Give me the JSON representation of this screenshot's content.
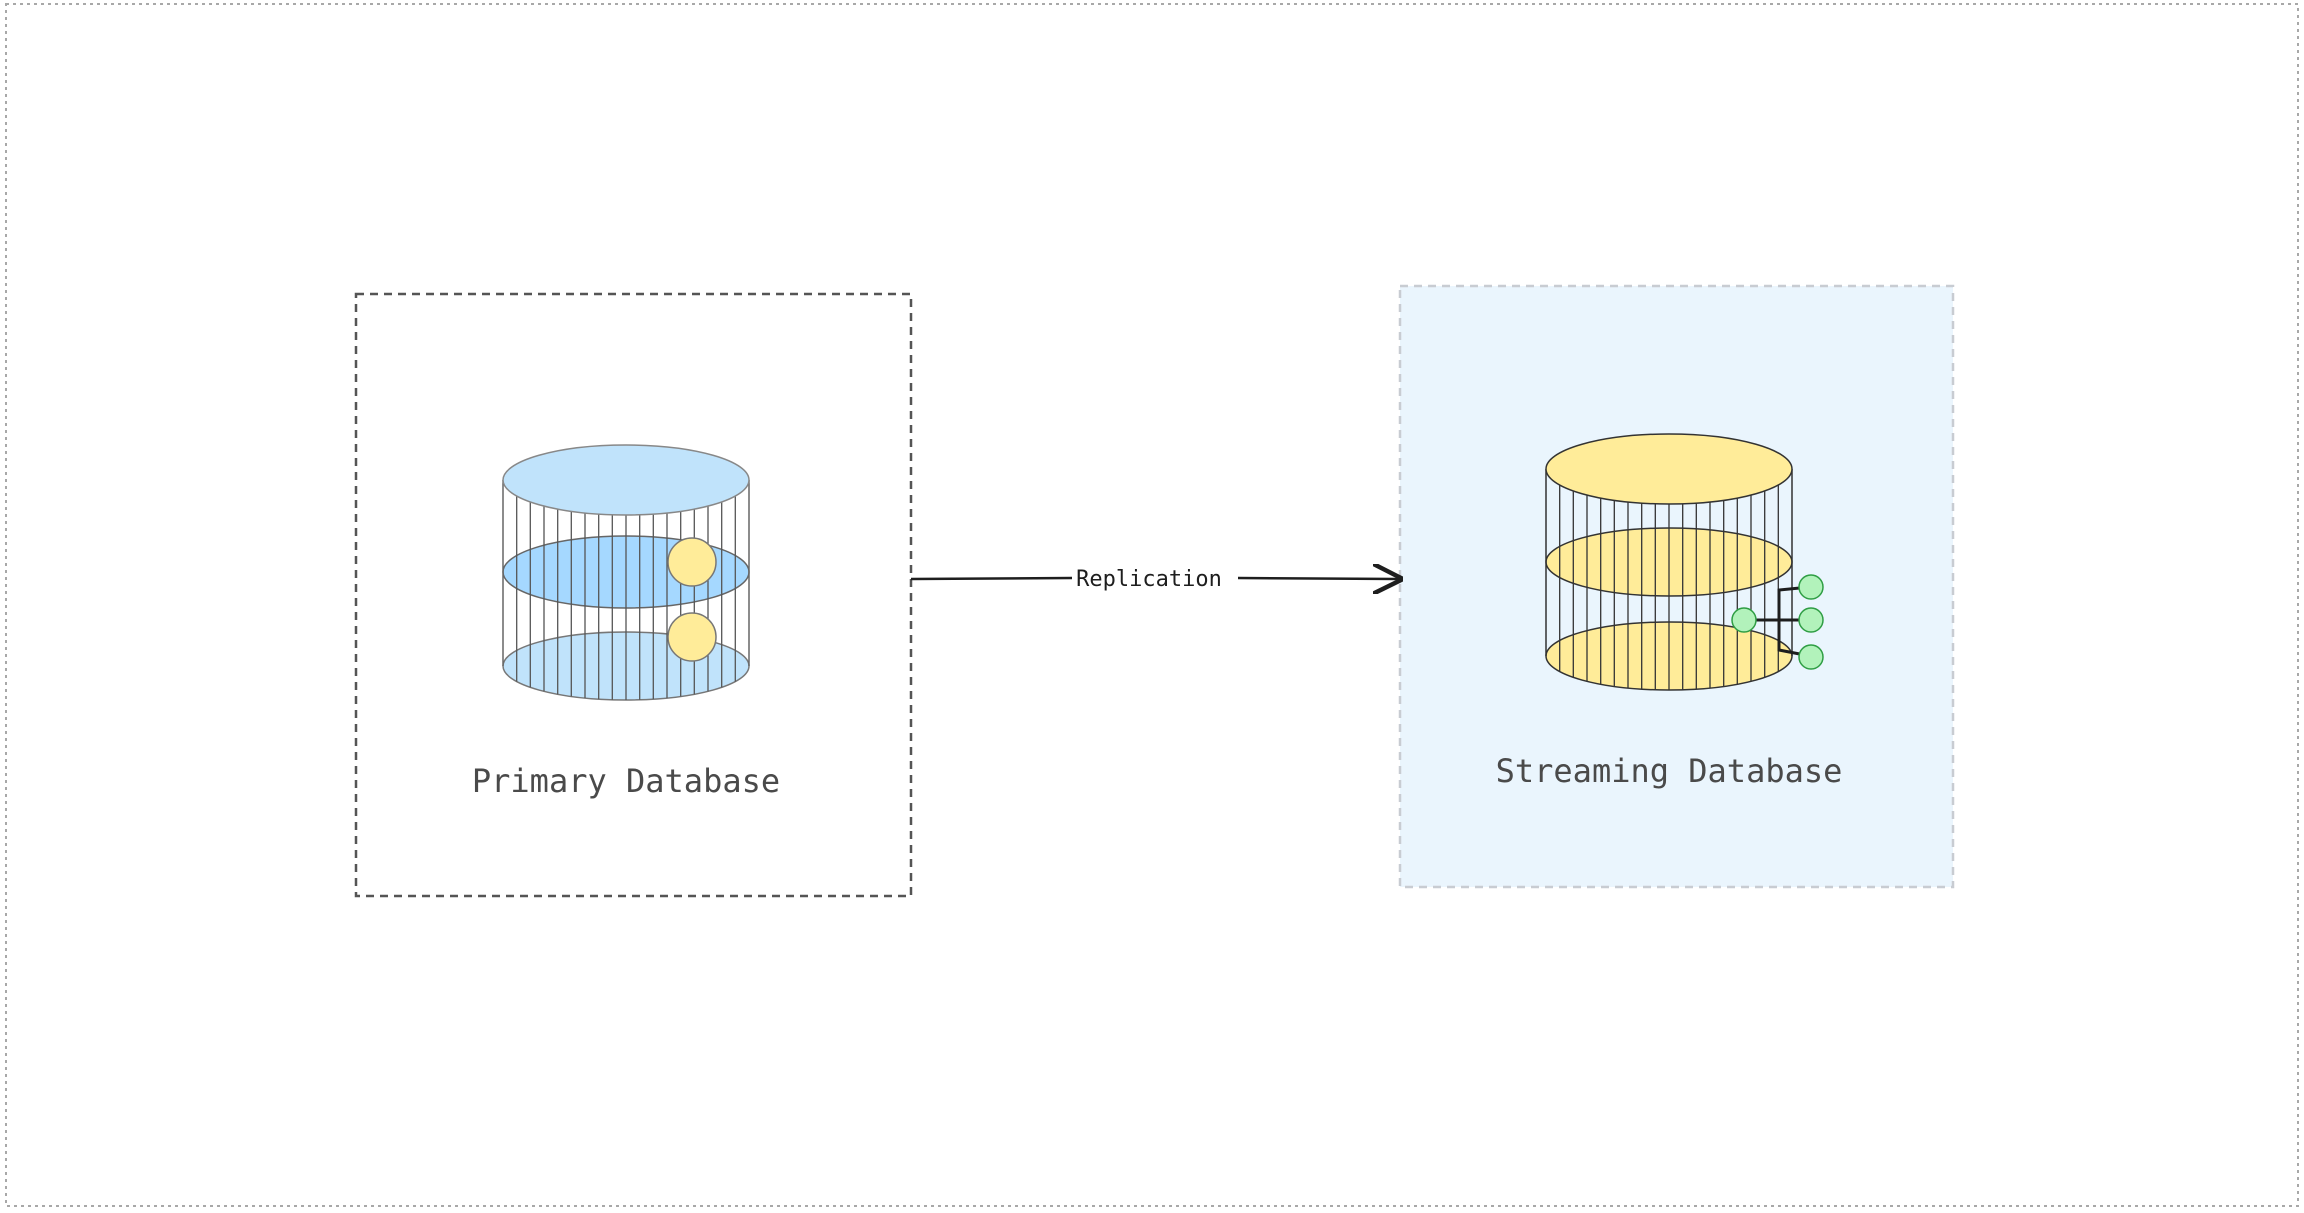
{
  "nodes": {
    "primary": {
      "label": "Primary Database",
      "icon": "database-icon",
      "fill": "#c0e3fb",
      "shelf_fill": "#a5d8ff",
      "accent": "#ffec99",
      "border": "#555555"
    },
    "streaming": {
      "label": "Streaming Database",
      "icon": "streaming-database-icon",
      "fill": "#ffec99",
      "background": "#eaf5fd",
      "accent": "#b2f2bb",
      "border": "#c8ccd2"
    }
  },
  "edges": [
    {
      "from": "primary",
      "to": "streaming",
      "label": "Replication"
    }
  ]
}
